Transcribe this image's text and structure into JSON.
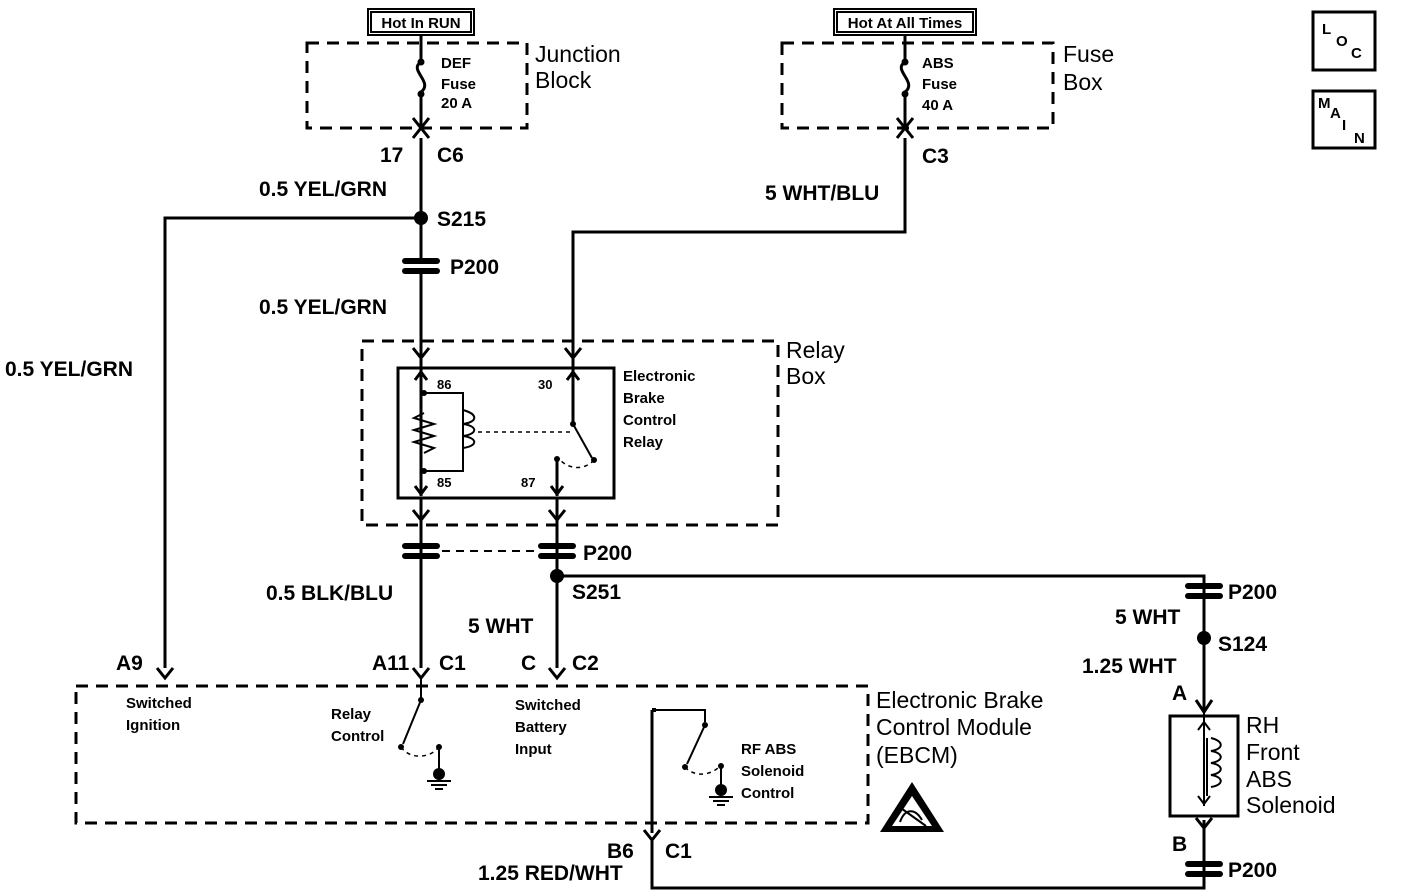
{
  "power": {
    "hot_in_run": "Hot In RUN",
    "hot_at_all_times": "Hot At All Times"
  },
  "junction_block": {
    "name_line1": "Junction",
    "name_line2": "Block",
    "fuse_line1": "DEF",
    "fuse_line2": "Fuse",
    "fuse_line3": "20 A",
    "pin": "17",
    "connector": "C6"
  },
  "fuse_box": {
    "name_line1": "Fuse",
    "name_line2": "Box",
    "fuse_line1": "ABS",
    "fuse_line2": "Fuse",
    "fuse_line3": "40 A",
    "connector": "C3"
  },
  "nav": {
    "loc": [
      "L",
      "O",
      "C"
    ],
    "main": [
      "M",
      "A",
      "I",
      "N"
    ]
  },
  "wires": {
    "yel_grn_top": "0.5 YEL/GRN",
    "yel_grn_mid": "0.5 YEL/GRN",
    "yel_grn_left": "0.5 YEL/GRN",
    "wht_blu": "5 WHT/BLU",
    "blk_blu": "0.5 BLK/BLU",
    "wht_center": "5 WHT",
    "wht_right": "5 WHT",
    "wht_125": "1.25 WHT",
    "red_wht": "1.25 RED/WHT"
  },
  "splices": {
    "s215": "S215",
    "s251": "S251",
    "s124": "S124"
  },
  "passthrough": {
    "p200_top": "P200",
    "p200_mid": "P200",
    "p200_right": "P200",
    "p200_bottom": "P200"
  },
  "relay_box": {
    "name_line1": "Relay",
    "name_line2": "Box",
    "relay_line1": "Electronic",
    "relay_line2": "Brake",
    "relay_line3": "Control",
    "relay_line4": "Relay",
    "pin86": "86",
    "pin85": "85",
    "pin30": "30",
    "pin87": "87"
  },
  "ebcm": {
    "name_line1": "Electronic Brake",
    "name_line2": "Control Module",
    "name_line3": "(EBCM)",
    "pin_a9": "A9",
    "pin_a11": "A11",
    "conn_c1_top": "C1",
    "pin_c": "C",
    "conn_c2": "C2",
    "pin_b6": "B6",
    "conn_c1_bottom": "C1",
    "switched_ignition_line1": "Switched",
    "switched_ignition_line2": "Ignition",
    "relay_control_line1": "Relay",
    "relay_control_line2": "Control",
    "switched_battery_line1": "Switched",
    "switched_battery_line2": "Battery",
    "switched_battery_line3": "Input",
    "rf_abs_line1": "RF ABS",
    "rf_abs_line2": "Solenoid",
    "rf_abs_line3": "Control"
  },
  "solenoid": {
    "line1": "RH",
    "line2": "Front",
    "line3": "ABS",
    "line4": "Solenoid",
    "pin_a": "A",
    "pin_b": "B"
  }
}
